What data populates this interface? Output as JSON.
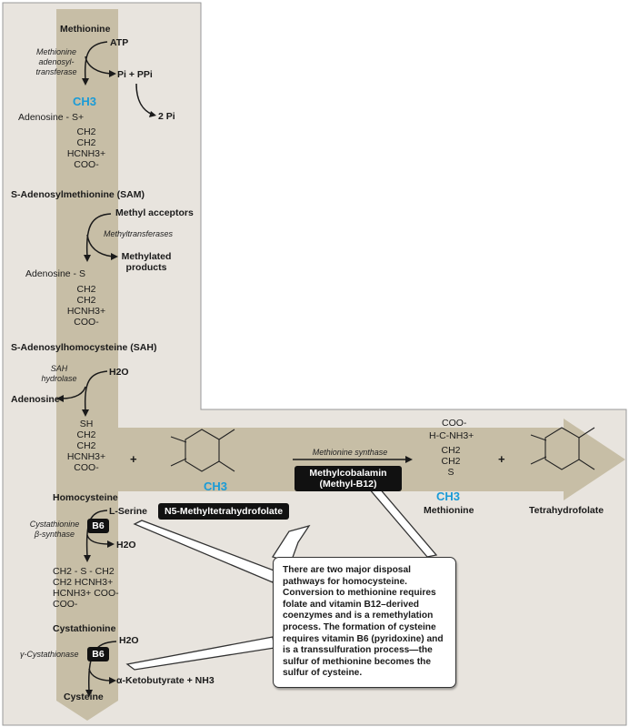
{
  "diagram": {
    "colors": {
      "panel_bg": "#e8e4de",
      "arrow_band": "#c7bea6",
      "accent": "#1a9bd7",
      "box": "#111111"
    },
    "methionine_top": "Methionine",
    "atp": "ATP",
    "enzyme_sam_synthetase": [
      "Methionine",
      "adenosyl-",
      "transferase"
    ],
    "pi_ppi": "Pi + PPi",
    "two_pi": "2 Pi",
    "sam": {
      "ch3": "CH3",
      "adenosine_s": "Adenosine - S+",
      "chain": [
        "CH2",
        "CH2",
        "HCNH3+",
        "COO-"
      ],
      "label": "S-Adenosylmethionine (SAM)"
    },
    "methyl_acceptors": "Methyl acceptors",
    "methyltransferases": "Methyltransferases",
    "methylated_products": [
      "Methylated",
      "products"
    ],
    "sah": {
      "adenosine_s": "Adenosine - S",
      "chain": [
        "CH2",
        "CH2",
        "HCNH3+",
        "COO-"
      ],
      "label": "S-Adenosylhomocysteine (SAH)"
    },
    "sah_hydrolase": [
      "SAH",
      "hydrolase"
    ],
    "h2o_1": "H2O",
    "adenosine": "Adenosine",
    "homocysteine": {
      "chain": [
        "SH",
        "CH2",
        "CH2",
        "HCNH3+",
        "COO-"
      ],
      "label": "Homocysteine"
    },
    "plus": "+",
    "n5_label": "N5-Methyltetrahydrofolate",
    "methionine_synthase": "Methionine synthase",
    "methylcobalamin": [
      "Methylcobalamin",
      "(Methyl-B12)"
    ],
    "methionine_right": {
      "coo": "COO-",
      "hc_nh3": "H-C-NH3+",
      "chain": [
        "CH2",
        "CH2",
        "S"
      ],
      "ch3": "CH3",
      "label": "Methionine"
    },
    "thf_label": "Tetrahydrofolate",
    "serine": "L-Serine",
    "cystathionine_synthase": [
      "Cystathionine",
      "β-synthase"
    ],
    "b6": "B6",
    "h2o_2": "H2O",
    "cystathionine": {
      "rows": [
        "CH2 - S - CH2",
        "CH2      HCNH3+",
        "HCNH3+    COO-",
        "COO-"
      ],
      "label": "Cystathionine"
    },
    "h2o_3": "H2O",
    "cystathionase": "γ-Cystathionase",
    "ketobutyrate": "α-Ketobutyrate + NH3",
    "cysteine": "Cysteine",
    "note": "There are two major disposal pathways for homocysteine. Conversion to methionine requires folate and vitamin B12–derived coenzymes and is a remethylation process. The formation of cysteine requires vitamin B6 (pyridoxine) and is a transsulfuration process—the sulfur of methionine becomes the sulfur of cysteine."
  }
}
